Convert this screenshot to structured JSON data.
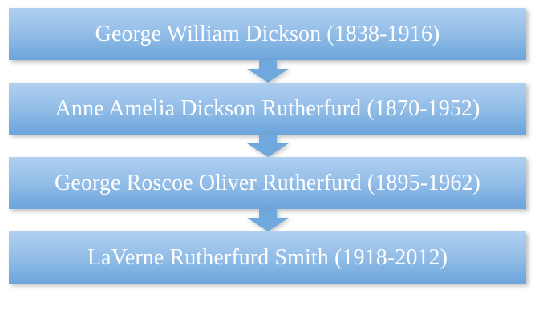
{
  "diagram": {
    "type": "vertical-flowchart",
    "title": "",
    "orientation": "top-to-bottom",
    "colors": {
      "box_gradient_top": "#b0d0f0",
      "box_gradient_bottom": "#6ea6dc",
      "arrow_fill": "#6fa8dc",
      "text": "#ffffff",
      "background": "#ffffff",
      "shadow": "rgba(120,120,120,0.45)"
    },
    "nodes": [
      {
        "id": "node-1",
        "label": "George William Dickson (1838-1916)"
      },
      {
        "id": "node-2",
        "label": "Anne Amelia Dickson Rutherfurd (1870-1952)"
      },
      {
        "id": "node-3",
        "label": "George Roscoe Oliver Rutherfurd (1895-1962)"
      },
      {
        "id": "node-4",
        "label": "LaVerne Rutherfurd Smith (1918-2012)"
      }
    ],
    "connectors": [
      {
        "id": "arrow-1",
        "icon": "arrow-down-icon",
        "from": "node-1",
        "to": "node-2"
      },
      {
        "id": "arrow-2",
        "icon": "arrow-down-icon",
        "from": "node-2",
        "to": "node-3"
      },
      {
        "id": "arrow-3",
        "icon": "arrow-down-icon",
        "from": "node-3",
        "to": "node-4"
      }
    ]
  }
}
